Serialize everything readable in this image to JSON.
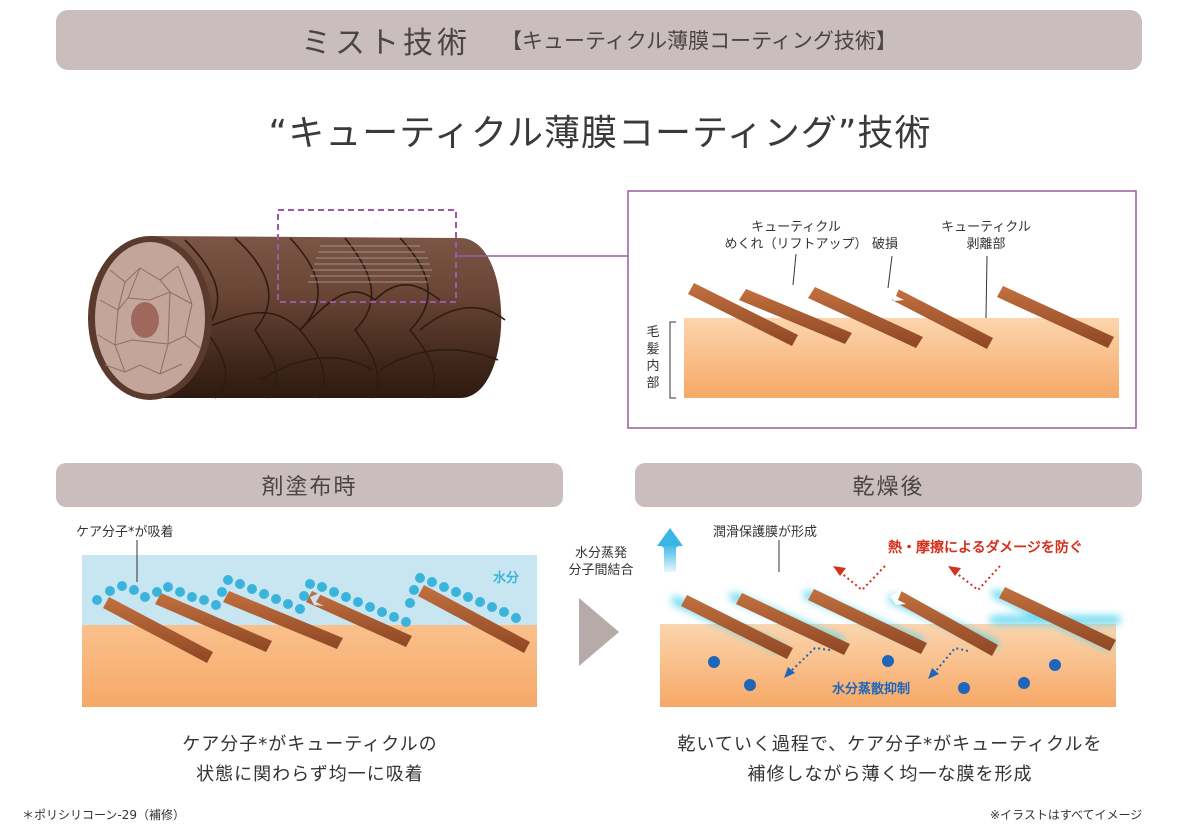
{
  "banner": {
    "title": "ミスト技術",
    "subtitle": "【キューティクル薄膜コーティング技術】"
  },
  "heading": "“キューティクル薄膜コーティング”技術",
  "zoom_panel": {
    "label_lift_1": "キューティクル",
    "label_lift_2": "めくれ（リフトアップ）",
    "label_damage": "破損",
    "label_peel_1": "キューティクル",
    "label_peel_2": "剥離部",
    "label_inner": [
      "毛",
      "髪",
      "内",
      "部"
    ]
  },
  "left_panel": {
    "title": "剤塗布時",
    "label_care": "ケア分子*が吸着",
    "label_water": "水分",
    "caption_line1": "ケア分子*がキューティクルの",
    "caption_line2": "状態に関わらず均一に吸着"
  },
  "middle": {
    "label_line1": "水分蒸発",
    "label_line2": "分子間結合"
  },
  "right_panel": {
    "title": "乾燥後",
    "label_film": "潤滑保護膜が形成",
    "label_protect": "熱・摩擦によるダメージを防ぐ",
    "label_suppress": "水分蒸散抑制",
    "caption_line1": "乾いていく過程で、ケア分子*がキューティクルを",
    "caption_line2": "補修しながら薄く均一な膜を形成"
  },
  "footer": {
    "left": "＊ポリシリコーン-29（補修）",
    "right": "※イラストはすべてイメージ"
  },
  "colors": {
    "banner": "#c9bebd",
    "hair": "#5a3a2c",
    "cuticle": "#a6582f",
    "inner": "#f7b57f",
    "water": "#c8e6f2",
    "care": "#39b6dd",
    "film": "#58d4ee",
    "red": "#d4301c",
    "frame": "#9a5aa4"
  }
}
